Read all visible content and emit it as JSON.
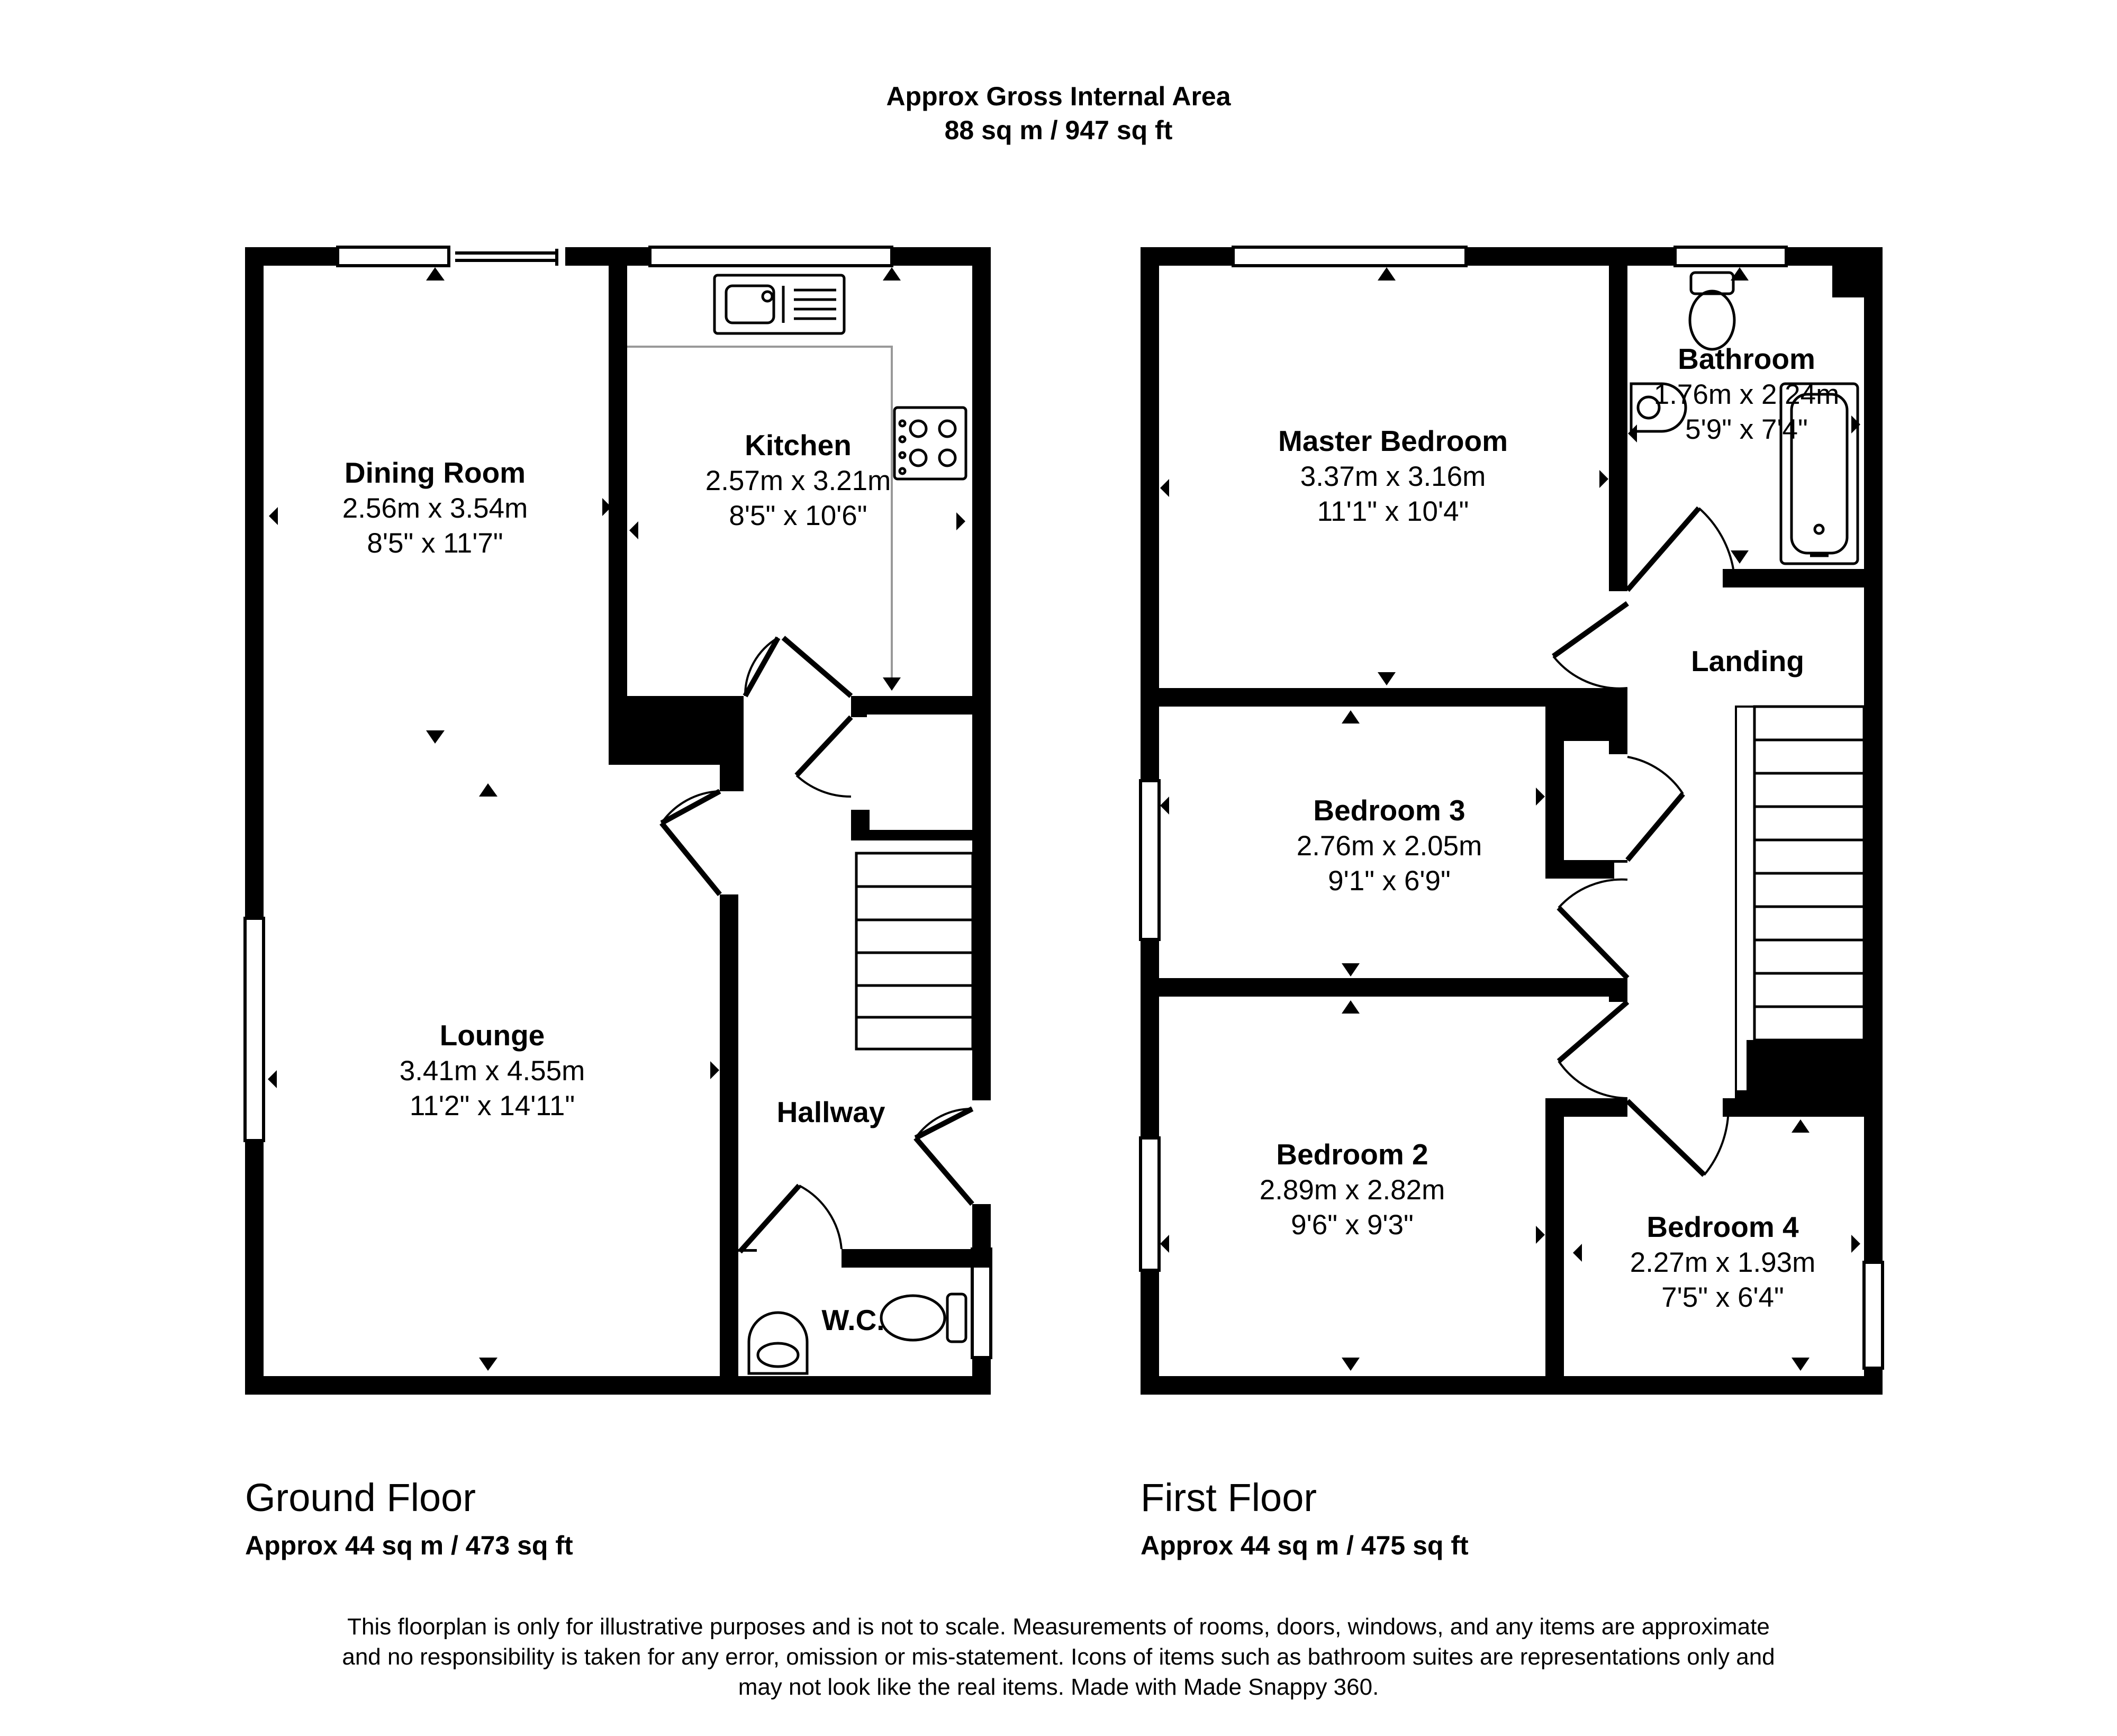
{
  "header": {
    "title": "Approx Gross Internal Area",
    "total_area": "88 sq m / 947 sq ft"
  },
  "floors": {
    "ground": {
      "title": "Ground Floor",
      "area": "Approx 44 sq m / 473 sq ft",
      "rooms": {
        "dining": {
          "name": "Dining Room",
          "metric": "2.56m x 3.54m",
          "imperial": "8'5\" x 11'7\""
        },
        "kitchen": {
          "name": "Kitchen",
          "metric": "2.57m x 3.21m",
          "imperial": "8'5\" x 10'6\""
        },
        "lounge": {
          "name": "Lounge",
          "metric": "3.41m x 4.55m",
          "imperial": "11'2\" x 14'11\""
        },
        "hallway": {
          "name": "Hallway"
        },
        "wc": {
          "name": "W.C."
        }
      }
    },
    "first": {
      "title": "First Floor",
      "area": "Approx 44 sq m / 475 sq ft",
      "rooms": {
        "master": {
          "name": "Master Bedroom",
          "metric": "3.37m x 3.16m",
          "imperial": "11'1\" x 10'4\""
        },
        "bathroom": {
          "name": "Bathroom",
          "metric": "1.76m x 2.24m",
          "imperial": "5'9\" x 7'4\""
        },
        "landing": {
          "name": "Landing"
        },
        "bedroom3": {
          "name": "Bedroom 3",
          "metric": "2.76m x 2.05m",
          "imperial": "9'1\" x 6'9\""
        },
        "bedroom2": {
          "name": "Bedroom 2",
          "metric": "2.89m x 2.82m",
          "imperial": "9'6\" x 9'3\""
        },
        "bedroom4": {
          "name": "Bedroom 4",
          "metric": "2.27m x 1.93m",
          "imperial": "7'5\" x 6'4\""
        }
      }
    }
  },
  "disclaimer": {
    "line1": "This floorplan is only for illustrative purposes and is not to scale. Measurements of rooms, doors, windows, and any items are approximate",
    "line2": "and no responsibility is taken for any error, omission or mis-statement. Icons of items such as bathroom suites are representations only and",
    "line3": "may not look like the real items. Made with Made Snappy 360."
  }
}
